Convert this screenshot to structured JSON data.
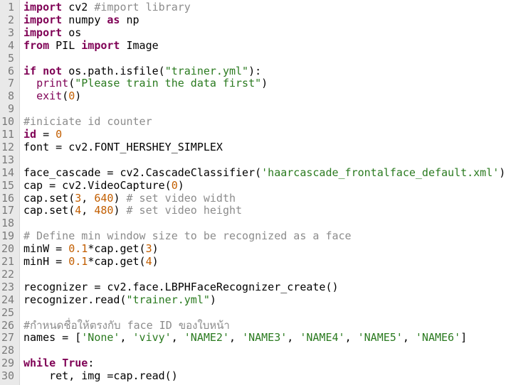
{
  "colors": {
    "keyword": "#7f0055",
    "string": "#2a7a1f",
    "number": "#c25e00",
    "comment": "#8c8c8c",
    "plain": "#000000",
    "gutter_bg": "#e9e9e9",
    "line_number": "#7a7a7a"
  },
  "lines": [
    {
      "n": "1",
      "tokens": [
        {
          "t": "import",
          "c": "kw"
        },
        {
          "t": " cv2 ",
          "c": "pl"
        },
        {
          "t": "#import library",
          "c": "cm"
        }
      ]
    },
    {
      "n": "2",
      "tokens": [
        {
          "t": "import",
          "c": "kw"
        },
        {
          "t": " numpy ",
          "c": "pl"
        },
        {
          "t": "as",
          "c": "kw"
        },
        {
          "t": " np",
          "c": "pl"
        }
      ]
    },
    {
      "n": "3",
      "tokens": [
        {
          "t": "import",
          "c": "kw"
        },
        {
          "t": " os",
          "c": "pl"
        }
      ]
    },
    {
      "n": "4",
      "tokens": [
        {
          "t": "from",
          "c": "kw"
        },
        {
          "t": " PIL ",
          "c": "pl"
        },
        {
          "t": "import",
          "c": "kw"
        },
        {
          "t": " Image",
          "c": "pl"
        }
      ]
    },
    {
      "n": "5",
      "tokens": []
    },
    {
      "n": "6",
      "tokens": [
        {
          "t": "if",
          "c": "kw"
        },
        {
          "t": " ",
          "c": "pl"
        },
        {
          "t": "not",
          "c": "kw"
        },
        {
          "t": " os.path.isfile(",
          "c": "pl"
        },
        {
          "t": "\"trainer.yml\"",
          "c": "str"
        },
        {
          "t": "):",
          "c": "pl"
        }
      ]
    },
    {
      "n": "7",
      "tokens": [
        {
          "t": "  ",
          "c": "pl"
        },
        {
          "t": "print",
          "c": "bi"
        },
        {
          "t": "(",
          "c": "pl"
        },
        {
          "t": "\"Please train the data first\"",
          "c": "str"
        },
        {
          "t": ")",
          "c": "pl"
        }
      ]
    },
    {
      "n": "8",
      "tokens": [
        {
          "t": "  ",
          "c": "pl"
        },
        {
          "t": "exit",
          "c": "bi"
        },
        {
          "t": "(",
          "c": "pl"
        },
        {
          "t": "0",
          "c": "num"
        },
        {
          "t": ")",
          "c": "pl"
        }
      ]
    },
    {
      "n": "9",
      "tokens": []
    },
    {
      "n": "10",
      "tokens": [
        {
          "t": "#iniciate id counter",
          "c": "cm"
        }
      ]
    },
    {
      "n": "11",
      "tokens": [
        {
          "t": "id",
          "c": "kw"
        },
        {
          "t": " = ",
          "c": "pl"
        },
        {
          "t": "0",
          "c": "num"
        }
      ]
    },
    {
      "n": "12",
      "tokens": [
        {
          "t": "font = cv2.FONT_HERSHEY_SIMPLEX",
          "c": "pl"
        }
      ]
    },
    {
      "n": "13",
      "tokens": []
    },
    {
      "n": "14",
      "tokens": [
        {
          "t": "face_cascade = cv2.CascadeClassifier(",
          "c": "pl"
        },
        {
          "t": "'haarcascade_frontalface_default.xml'",
          "c": "str"
        },
        {
          "t": ")",
          "c": "pl"
        }
      ]
    },
    {
      "n": "15",
      "tokens": [
        {
          "t": "cap = cv2.VideoCapture(",
          "c": "pl"
        },
        {
          "t": "0",
          "c": "num"
        },
        {
          "t": ")",
          "c": "pl"
        }
      ]
    },
    {
      "n": "16",
      "tokens": [
        {
          "t": "cap.set(",
          "c": "pl"
        },
        {
          "t": "3",
          "c": "num"
        },
        {
          "t": ", ",
          "c": "pl"
        },
        {
          "t": "640",
          "c": "num"
        },
        {
          "t": ") ",
          "c": "pl"
        },
        {
          "t": "# set video width",
          "c": "cm"
        }
      ]
    },
    {
      "n": "17",
      "tokens": [
        {
          "t": "cap.set(",
          "c": "pl"
        },
        {
          "t": "4",
          "c": "num"
        },
        {
          "t": ", ",
          "c": "pl"
        },
        {
          "t": "480",
          "c": "num"
        },
        {
          "t": ") ",
          "c": "pl"
        },
        {
          "t": "# set video height",
          "c": "cm"
        }
      ]
    },
    {
      "n": "18",
      "tokens": []
    },
    {
      "n": "19",
      "tokens": [
        {
          "t": "# Define min window size to be recognized as a face",
          "c": "cm"
        }
      ]
    },
    {
      "n": "20",
      "tokens": [
        {
          "t": "minW = ",
          "c": "pl"
        },
        {
          "t": "0.1",
          "c": "num"
        },
        {
          "t": "*cap.get(",
          "c": "pl"
        },
        {
          "t": "3",
          "c": "num"
        },
        {
          "t": ")",
          "c": "pl"
        }
      ]
    },
    {
      "n": "21",
      "tokens": [
        {
          "t": "minH = ",
          "c": "pl"
        },
        {
          "t": "0.1",
          "c": "num"
        },
        {
          "t": "*cap.get(",
          "c": "pl"
        },
        {
          "t": "4",
          "c": "num"
        },
        {
          "t": ")",
          "c": "pl"
        }
      ]
    },
    {
      "n": "22",
      "tokens": []
    },
    {
      "n": "23",
      "tokens": [
        {
          "t": "recognizer = cv2.face.LBPHFaceRecognizer_create()",
          "c": "pl"
        }
      ]
    },
    {
      "n": "24",
      "tokens": [
        {
          "t": "recognizer.read(",
          "c": "pl"
        },
        {
          "t": "\"trainer.yml\"",
          "c": "str"
        },
        {
          "t": ")",
          "c": "pl"
        }
      ]
    },
    {
      "n": "25",
      "tokens": []
    },
    {
      "n": "26",
      "tokens": [
        {
          "t": "#กำหนดชื่อให้ตรงกับ face ID ของใบหน้า",
          "c": "cm"
        }
      ]
    },
    {
      "n": "27",
      "tokens": [
        {
          "t": "names = [",
          "c": "pl"
        },
        {
          "t": "'None'",
          "c": "str"
        },
        {
          "t": ", ",
          "c": "pl"
        },
        {
          "t": "'vivy'",
          "c": "str"
        },
        {
          "t": ", ",
          "c": "pl"
        },
        {
          "t": "'NAME2'",
          "c": "str"
        },
        {
          "t": ", ",
          "c": "pl"
        },
        {
          "t": "'NAME3'",
          "c": "str"
        },
        {
          "t": ", ",
          "c": "pl"
        },
        {
          "t": "'NAME4'",
          "c": "str"
        },
        {
          "t": ", ",
          "c": "pl"
        },
        {
          "t": "'NAME5'",
          "c": "str"
        },
        {
          "t": ", ",
          "c": "pl"
        },
        {
          "t": "'NAME6'",
          "c": "str"
        },
        {
          "t": "]",
          "c": "pl"
        }
      ]
    },
    {
      "n": "28",
      "tokens": []
    },
    {
      "n": "29",
      "tokens": [
        {
          "t": "while",
          "c": "kw"
        },
        {
          "t": " ",
          "c": "pl"
        },
        {
          "t": "True",
          "c": "kw"
        },
        {
          "t": ":",
          "c": "pl"
        }
      ]
    },
    {
      "n": "30",
      "tokens": [
        {
          "t": "    ret, img =cap.read()",
          "c": "pl"
        }
      ]
    }
  ]
}
